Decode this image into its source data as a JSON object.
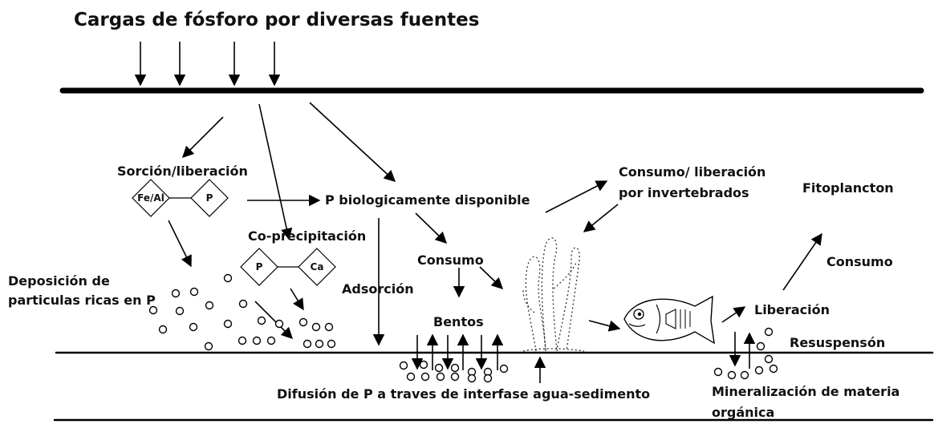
{
  "title": "Cargas de fósforo por diversas fuentes",
  "labels": {
    "sorcion": "Sorción/liberación",
    "fe_al": "Fe/Al",
    "p": "P",
    "ca": "Ca",
    "coprecipitacion": "Co-precipitación",
    "deposicion_1": "Deposición de",
    "deposicion_2": "particulas ricas en P",
    "adsorcion": "Adsorción",
    "p_disponible": "P biologicamente disponible",
    "consumo_mid": "Consumo",
    "bentos": "Bentos",
    "consumo_inv_1": "Consumo/ liberación",
    "consumo_inv_2": "por invertebrados",
    "fitoplancton": "Fitoplancton",
    "consumo_right": "Consumo",
    "liberacion": "Liberación",
    "resuspension": "Resuspensón",
    "difusion": "Difusión de P a traves de interfase agua-sedimento",
    "mineralizacion_1": "Mineralización de materia",
    "mineralizacion_2": "orgánica"
  }
}
